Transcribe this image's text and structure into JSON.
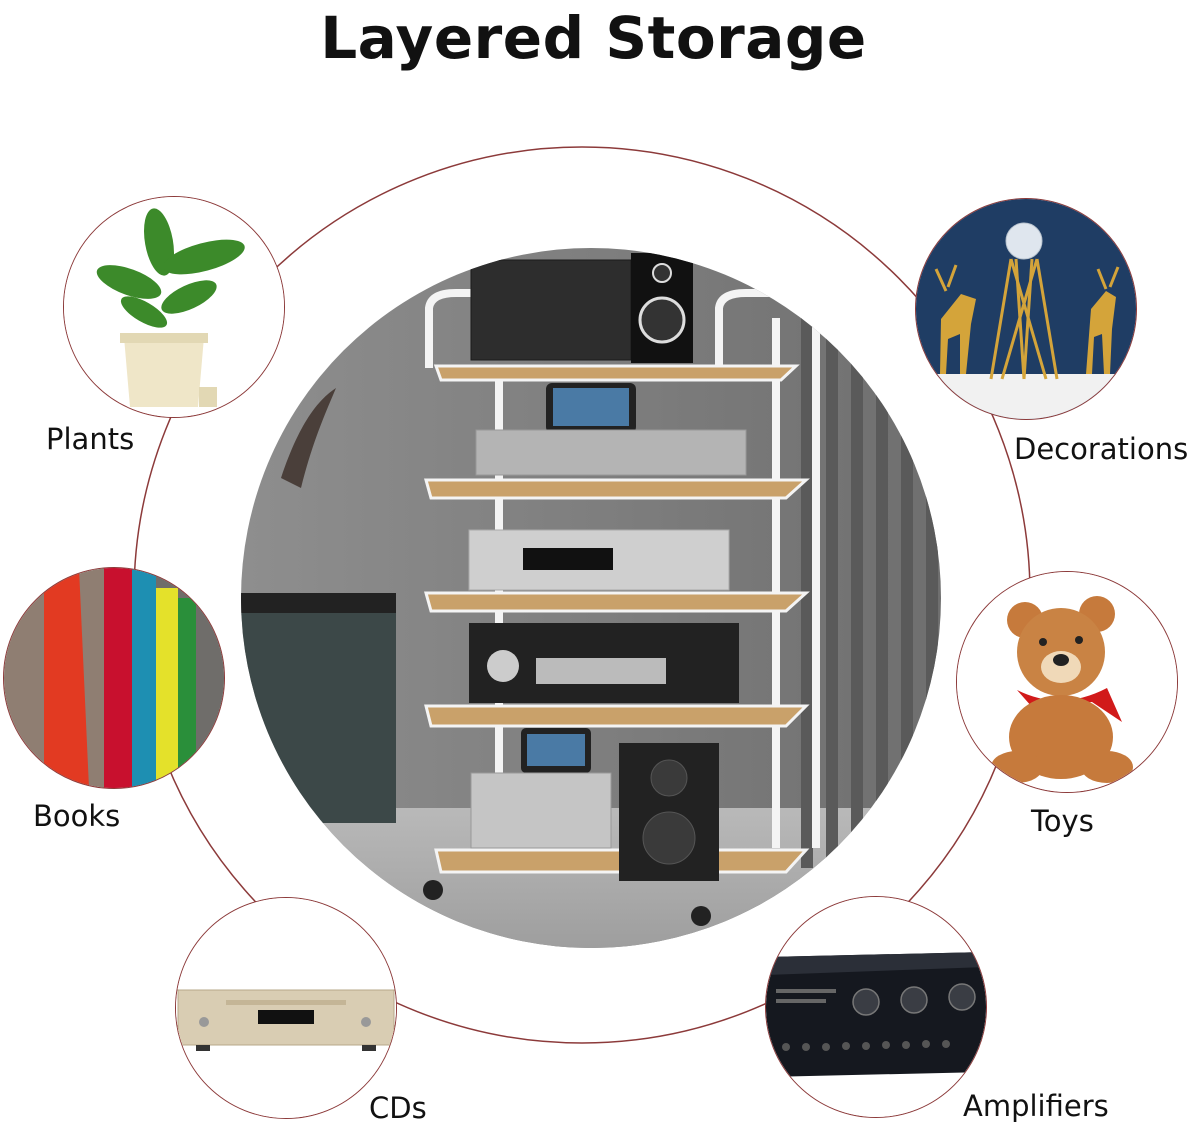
{
  "title": "Layered Storage",
  "categories": {
    "plants": "Plants",
    "decorations": "Decorations",
    "books": "Books",
    "toys": "Toys",
    "cds": "CDs",
    "amplifiers": "Amplifiers"
  },
  "colors": {
    "outline": "#8c3a3a",
    "shelf_wood": "#c9a16a",
    "frame": "#ffffff",
    "background": "#ffffff"
  }
}
